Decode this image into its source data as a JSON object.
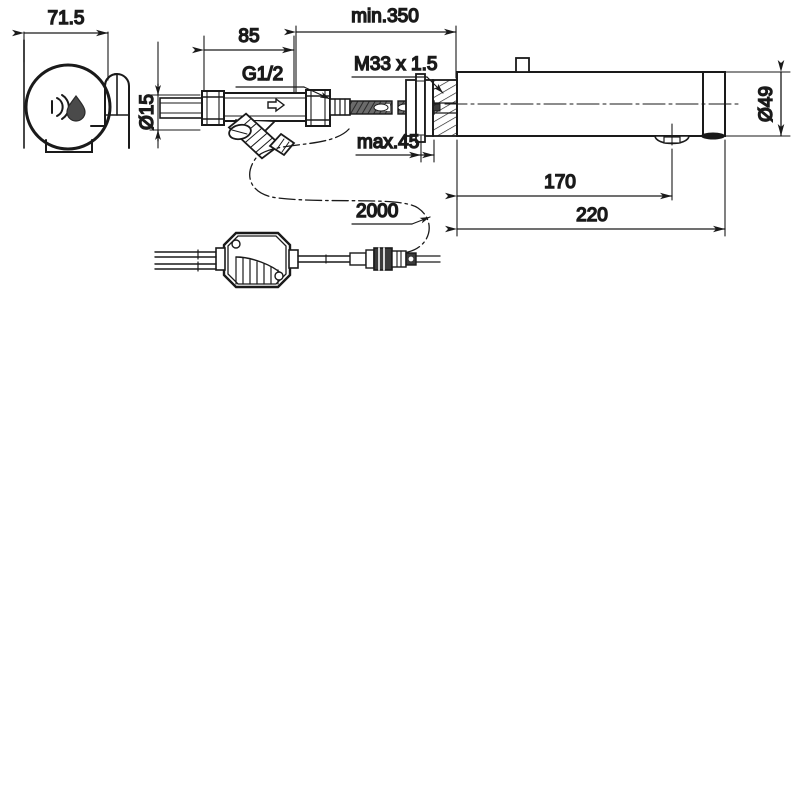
{
  "drawing": {
    "title": "Sensor tap technical dimension drawing",
    "units": "mm",
    "line_color": "#1a1a1a",
    "hatch_color": "#555555",
    "background": "#ffffff"
  },
  "dimensions": {
    "width_71_5": "71.5",
    "diameter_15": "Ø15",
    "length_85": "85",
    "min_350": "min.350",
    "thread_g12": "G1/2",
    "thread_m33": "M33 x 1.5",
    "max_45": "max.45",
    "length_170": "170",
    "length_220": "220",
    "diameter_49": "Ø49",
    "cable_2000": "2000"
  },
  "parts": {
    "sensor_plate": "wall-sensor-plate",
    "sensor_icon": "proximity-waves-icon",
    "droplet_icon": "water-droplet-icon",
    "filter_valve": "angle-filter-valve",
    "flow_arrow": "flow-direction-arrow",
    "flex_hose": "flexible-hose",
    "wall_flange": "wall-flange",
    "threaded_shank": "threaded-shank-m33",
    "spout_body": "cylindrical-spout-body",
    "vent_stub": "top-vent-stub",
    "aerator": "aerator-outlet",
    "end_cap": "spout-end-cap",
    "power_box": "power-supply-box",
    "cable_connector": "cable-plug-connector",
    "mains_wires": "mains-wires",
    "cable_path": "cable-routing-path"
  }
}
